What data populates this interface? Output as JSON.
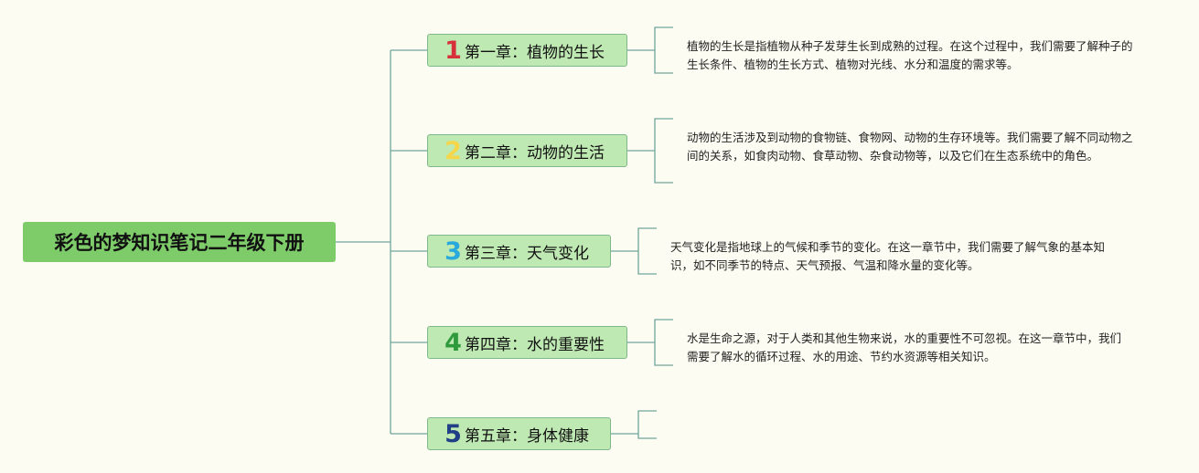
{
  "root": {
    "title": "彩色的梦知识笔记二年级下册"
  },
  "chapters": [
    {
      "number": "1",
      "number_color": "#d6303a",
      "title": "第一章：植物的生长",
      "description": "植物的生长是指植物从种子发芽生长到成熟的过程。在这个过程中，我们需要了解种子的生长条件、植物的生长方式、植物对光线、水分和温度的需求等。"
    },
    {
      "number": "2",
      "number_color": "#f5d54a",
      "title": "第二章：动物的生活",
      "description": "动物的生活涉及到动物的食物链、食物网、动物的生存环境等。我们需要了解不同动物之间的关系，如食肉动物、食草动物、杂食动物等，以及它们在生态系统中的角色。"
    },
    {
      "number": "3",
      "number_color": "#2aa9dc",
      "title": "第三章：天气变化",
      "description": "天气变化是指地球上的气候和季节的变化。在这一章节中，我们需要了解气象的基本知识，如不同季节的特点、天气预报、气温和降水量的变化等。"
    },
    {
      "number": "4",
      "number_color": "#2f9a3c",
      "title": "第四章：水的重要性",
      "description": "水是生命之源，对于人类和其他生物来说，水的重要性不可忽视。在这一章节中，我们需要了解水的循环过程、水的用途、节约水资源等相关知识。"
    },
    {
      "number": "5",
      "number_color": "#1f3f86",
      "title": "第五章：身体健康",
      "description": ""
    }
  ],
  "colors": {
    "connector": "#6fa59a",
    "root_fill": "#7ecb6a",
    "chapter_fill": "#bfe9b2",
    "background": "#fdfcf3"
  }
}
